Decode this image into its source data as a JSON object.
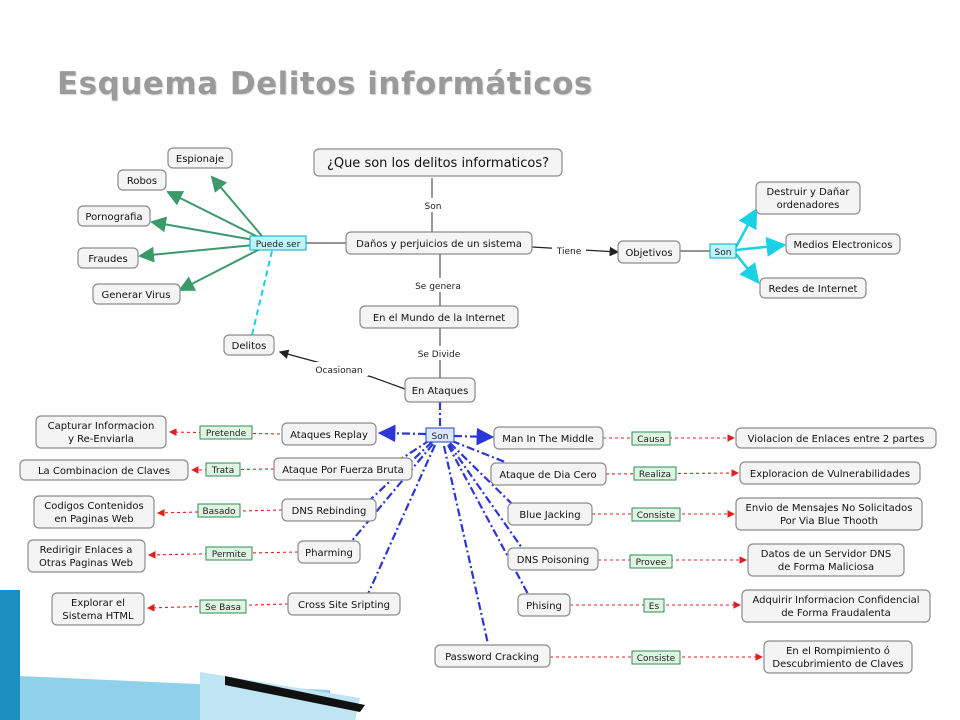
{
  "title": "Esquema Delitos informáticos",
  "colors": {
    "green": "#3a9a6a",
    "cyan": "#1ad0e6",
    "red": "#e02020",
    "blue": "#2b36d6",
    "black": "#222222",
    "accent_bar": "#1a8fc0"
  },
  "nodes": {
    "que_son": "¿Que son los delitos informaticos?",
    "danos": "Daños y perjuicios de un sistema",
    "puede_ser": "Puede ser",
    "espionaje": "Espionaje",
    "robos": "Robos",
    "pornografia": "Pornografia",
    "fraudes": "Fraudes",
    "generar_virus": "Generar Virus",
    "delitos": "Delitos",
    "objetivos": "Objetivos",
    "son_obj": "Son",
    "destruir": [
      "Destruir y Dañar",
      "ordenadores"
    ],
    "medios": "Medios Electronicos",
    "redes": "Redes de Internet",
    "mundo_internet": "En el  Mundo de la Internet",
    "en_ataques": "En Ataques",
    "son_hub": "Son",
    "ataques_replay": "Ataques Replay",
    "fuerza_bruta": "Ataque Por Fuerza Bruta",
    "dns_rebinding": "DNS Rebinding",
    "pharming": "Pharming",
    "cross_site": "Cross Site Sripting",
    "capturar": [
      "Capturar Informacion",
      "y  Re-Enviarla"
    ],
    "combinacion": "La Combinacion de Claves",
    "codigos": [
      "Codigos Contenidos",
      "en Paginas Web"
    ],
    "redirigir": [
      "Redirigir Enlaces a",
      "Otras Paginas Web"
    ],
    "explorar": [
      "Explorar el",
      "Sistema HTML"
    ],
    "man_middle": "Man In The Middle",
    "dia_cero": "Ataque de Dia Cero",
    "blue_jacking": "Blue Jacking",
    "dns_poisoning": "DNS Poisoning",
    "phising": "Phising",
    "password": "Password Cracking",
    "violacion": "Violacion de Enlaces entre 2 partes",
    "exploracion": "Exploracion de Vulnerabilidades",
    "envio": [
      "Envio de Mensajes No Solicitados",
      "Por Via Blue Thooth"
    ],
    "datos_dns": [
      "Datos de un Servidor DNS",
      "de Forma Maliciosa"
    ],
    "adquirir": [
      "Adquirir Informacion Confidencial",
      "de Forma Fraudalenta"
    ],
    "rompimiento": [
      "En el Rompimiento ó",
      "Descubrimiento de Claves"
    ]
  },
  "links": {
    "son": "Son",
    "tiene": "Tiene",
    "se_genera": "Se genera",
    "se_divide": "Se Divide",
    "ocasionan": "Ocasionan",
    "pretende": "Pretende",
    "trata": "Trata",
    "basado": "Basado",
    "permite": "Permite",
    "se_basa": "Se Basa",
    "causa": "Causa",
    "realiza": "Realiza",
    "consiste_1": "Consiste",
    "provee": "Provee",
    "es": "Es",
    "consiste_2": "Consiste"
  }
}
